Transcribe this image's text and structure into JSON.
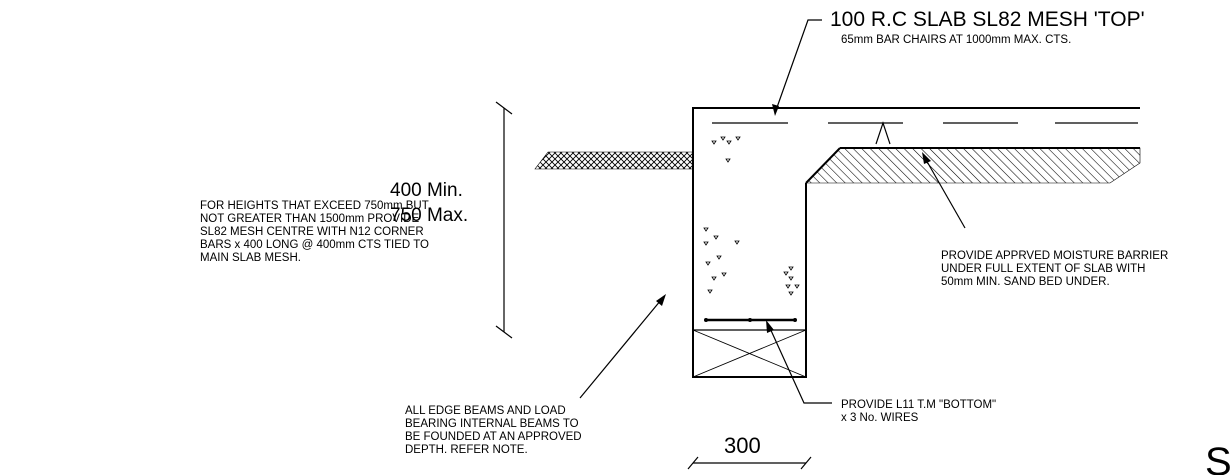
{
  "notes": {
    "slab_title": "100 R.C SLAB SL82 MESH 'TOP'",
    "slab_subtitle": "65mm BAR CHAIRS AT 1000mm MAX. CTS.",
    "height_min": "400 Min.",
    "height_max": "750 Max.",
    "left_note": [
      "FOR HEIGHTS THAT EXCEED 750mm BUT",
      "NOT GREATER THAN 1500mm PROVIDE",
      "SL82 MESH CENTRE WITH N12 CORNER",
      "BARS x 400 LONG @ 400mm CTS TIED TO",
      "MAIN SLAB MESH."
    ],
    "moisture_note": [
      "PROVIDE APPRVED MOISTURE BARRIER",
      "UNDER FULL EXTENT OF SLAB WITH",
      "50mm MIN. SAND BED UNDER."
    ],
    "edge_beam_note": [
      "ALL EDGE BEAMS AND LOAD",
      "BEARING INTERNAL BEAMS TO",
      "BE FOUNDED AT AN APPROVED",
      "DEPTH. REFER NOTE."
    ],
    "bottom_mesh_note": [
      "PROVIDE L11 T.M \"BOTTOM\"",
      "x 3 No. WIRES"
    ],
    "beam_width": "300",
    "corner_letter": "S"
  }
}
